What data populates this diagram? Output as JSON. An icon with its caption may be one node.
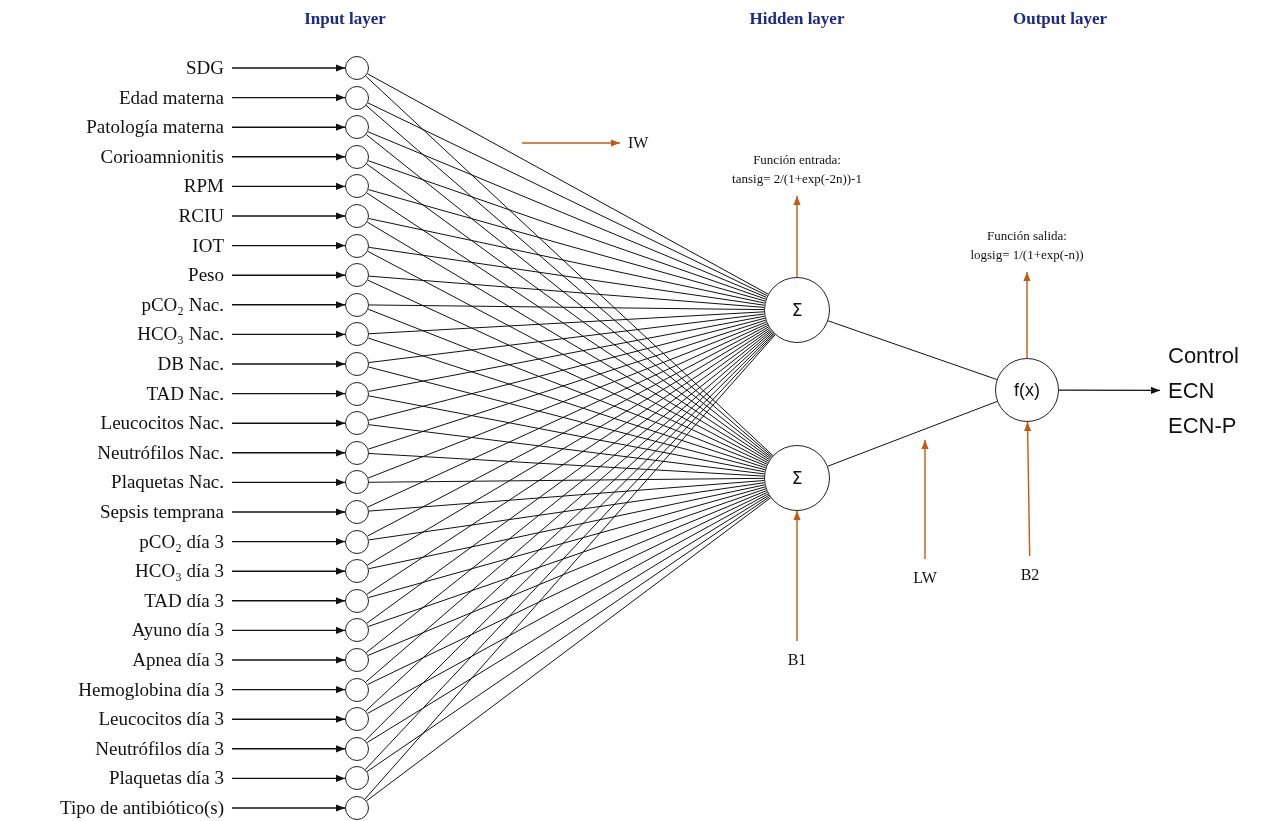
{
  "diagram": {
    "nodes": [
      {
        "text": [
          "SDG"
        ]
      },
      {
        "text": [
          "Edad materna"
        ]
      },
      {
        "text": [
          "Patología materna"
        ]
      },
      {
        "text": [
          "Corioamnionitis"
        ]
      },
      {
        "text": [
          "RPM"
        ]
      },
      {
        "text": [
          "RCIU"
        ]
      },
      {
        "text": [
          "IOT"
        ]
      },
      {
        "text": [
          "Peso"
        ]
      },
      {
        "text": [
          "pCO₂ Nac."
        ]
      },
      {
        "text": [
          "HCO₃ Nac."
        ]
      },
      {
        "text": [
          "DB  Nac."
        ]
      },
      {
        "text": [
          "TAD Nac."
        ]
      },
      {
        "text": [
          "Leucocitos Nac."
        ]
      },
      {
        "text": [
          "Neutrófilos Nac."
        ]
      },
      {
        "text": [
          "Plaquetas Nac."
        ]
      },
      {
        "text": [
          "Sepsis temprana"
        ]
      },
      {
        "text": [
          "pCO₂ día 3"
        ]
      },
      {
        "text": [
          "HCO₃ día 3"
        ]
      },
      {
        "text": [
          "TAD día 3"
        ]
      },
      {
        "text": [
          "Ayuno día 3"
        ]
      },
      {
        "text": [
          "Apnea día 3"
        ]
      },
      {
        "text": [
          "Hemoglobina día 3"
        ]
      },
      {
        "text": [
          "Leucocitos día 3"
        ]
      },
      {
        "text": [
          "Neutrófilos día 3"
        ]
      },
      {
        "text": [
          "Plaquetas día 3"
        ]
      },
      {
        "text": [
          "Tipo de antibiótico(s)"
        ]
      },
      {
        "text": [],
        "shape": "circle"
      },
      {
        "text": [],
        "shape": "circle"
      },
      {
        "text": [],
        "shape": "circle"
      },
      {
        "text": [],
        "shape": "circle"
      },
      {
        "text": [],
        "shape": "circle"
      },
      {
        "text": [],
        "shape": "circle"
      },
      {
        "text": [],
        "shape": "circle"
      },
      {
        "text": [],
        "shape": "circle"
      },
      {
        "text": [],
        "shape": "circle"
      },
      {
        "text": [],
        "shape": "circle"
      },
      {
        "text": [],
        "shape": "circle"
      },
      {
        "text": [],
        "shape": "circle"
      },
      {
        "text": [],
        "shape": "circle"
      },
      {
        "text": [],
        "shape": "circle"
      },
      {
        "text": [],
        "shape": "circle"
      },
      {
        "text": [],
        "shape": "circle"
      },
      {
        "text": [],
        "shape": "circle"
      },
      {
        "text": [],
        "shape": "circle"
      },
      {
        "text": [],
        "shape": "circle"
      },
      {
        "text": [],
        "shape": "circle"
      },
      {
        "text": [],
        "shape": "circle"
      },
      {
        "text": [],
        "shape": "circle"
      },
      {
        "text": [],
        "shape": "circle"
      },
      {
        "text": [],
        "shape": "circle"
      },
      {
        "text": [],
        "shape": "circle"
      },
      {
        "text": [],
        "shape": "circle"
      },
      {
        "text": [
          "Σ"
        ]
      },
      {
        "text": [
          "Σ"
        ]
      },
      {
        "text": [
          "f(x)"
        ]
      },
      {
        "text": [
          "Control",
          "ECN",
          "ECN-P"
        ]
      },
      {
        "text": [
          "IW"
        ]
      },
      {
        "text": [
          "Función  entrada:",
          "tansig=  2/(1+exp(-2n))-1"
        ]
      },
      {
        "text": [
          "Función  salida:",
          "logsig=  1/(1+exp(-n))"
        ]
      },
      {
        "text": [
          "B1"
        ]
      },
      {
        "text": [
          "LW"
        ]
      },
      {
        "text": [
          "B2"
        ]
      }
    ],
    "edges": [
      {
        "from": 0,
        "to": 26,
        "arrow": "to"
      },
      {
        "from": 1,
        "to": 27,
        "arrow": "to"
      },
      {
        "from": 2,
        "to": 28,
        "arrow": "to"
      },
      {
        "from": 3,
        "to": 29,
        "arrow": "to"
      },
      {
        "from": 4,
        "to": 30,
        "arrow": "to"
      },
      {
        "from": 5,
        "to": 31,
        "arrow": "to"
      },
      {
        "from": 6,
        "to": 32,
        "arrow": "to"
      },
      {
        "from": 7,
        "to": 33,
        "arrow": "to"
      },
      {
        "from": 8,
        "to": 34,
        "arrow": "to"
      },
      {
        "from": 9,
        "to": 35,
        "arrow": "to"
      },
      {
        "from": 10,
        "to": 36,
        "arrow": "to"
      },
      {
        "from": 11,
        "to": 37,
        "arrow": "to"
      },
      {
        "from": 12,
        "to": 38,
        "arrow": "to"
      },
      {
        "from": 13,
        "to": 39,
        "arrow": "to"
      },
      {
        "from": 14,
        "to": 40,
        "arrow": "to"
      },
      {
        "from": 15,
        "to": 41,
        "arrow": "to"
      },
      {
        "from": 16,
        "to": 42,
        "arrow": "to"
      },
      {
        "from": 17,
        "to": 43,
        "arrow": "to"
      },
      {
        "from": 18,
        "to": 44,
        "arrow": "to"
      },
      {
        "from": 19,
        "to": 45,
        "arrow": "to"
      },
      {
        "from": 20,
        "to": 46,
        "arrow": "to"
      },
      {
        "from": 21,
        "to": 47,
        "arrow": "to"
      },
      {
        "from": 22,
        "to": 48,
        "arrow": "to"
      },
      {
        "from": 23,
        "to": 49,
        "arrow": "to"
      },
      {
        "from": 24,
        "to": 50,
        "arrow": "to"
      },
      {
        "from": 25,
        "to": 51,
        "arrow": "to"
      },
      {
        "from": 26,
        "to": 52,
        "arrow": "none"
      },
      {
        "from": 27,
        "to": 52,
        "arrow": "none"
      },
      {
        "from": 28,
        "to": 52,
        "arrow": "none"
      },
      {
        "from": 29,
        "to": 52,
        "arrow": "none"
      },
      {
        "from": 30,
        "to": 52,
        "arrow": "none"
      },
      {
        "from": 31,
        "to": 52,
        "arrow": "none"
      },
      {
        "from": 32,
        "to": 52,
        "arrow": "none"
      },
      {
        "from": 33,
        "to": 52,
        "arrow": "none"
      },
      {
        "from": 34,
        "to": 52,
        "arrow": "none"
      },
      {
        "from": 35,
        "to": 52,
        "arrow": "none"
      },
      {
        "from": 36,
        "to": 52,
        "arrow": "none"
      },
      {
        "from": 37,
        "to": 52,
        "arrow": "none"
      },
      {
        "from": 38,
        "to": 52,
        "arrow": "none"
      },
      {
        "from": 39,
        "to": 52,
        "arrow": "none"
      },
      {
        "from": 40,
        "to": 52,
        "arrow": "none"
      },
      {
        "from": 41,
        "to": 52,
        "arrow": "none"
      },
      {
        "from": 42,
        "to": 52,
        "arrow": "none"
      },
      {
        "from": 43,
        "to": 52,
        "arrow": "none"
      },
      {
        "from": 44,
        "to": 52,
        "arrow": "none"
      },
      {
        "from": 45,
        "to": 52,
        "arrow": "none"
      },
      {
        "from": 46,
        "to": 52,
        "arrow": "none"
      },
      {
        "from": 47,
        "to": 52,
        "arrow": "none"
      },
      {
        "from": 48,
        "to": 52,
        "arrow": "none"
      },
      {
        "from": 49,
        "to": 52,
        "arrow": "none"
      },
      {
        "from": 50,
        "to": 52,
        "arrow": "none"
      },
      {
        "from": 51,
        "to": 52,
        "arrow": "none"
      },
      {
        "from": 26,
        "to": 53,
        "arrow": "none"
      },
      {
        "from": 27,
        "to": 53,
        "arrow": "none"
      },
      {
        "from": 28,
        "to": 53,
        "arrow": "none"
      },
      {
        "from": 29,
        "to": 53,
        "arrow": "none"
      },
      {
        "from": 30,
        "to": 53,
        "arrow": "none"
      },
      {
        "from": 31,
        "to": 53,
        "arrow": "none"
      },
      {
        "from": 32,
        "to": 53,
        "arrow": "none"
      },
      {
        "from": 33,
        "to": 53,
        "arrow": "none"
      },
      {
        "from": 34,
        "to": 53,
        "arrow": "none"
      },
      {
        "from": 35,
        "to": 53,
        "arrow": "none"
      },
      {
        "from": 36,
        "to": 53,
        "arrow": "none"
      },
      {
        "from": 37,
        "to": 53,
        "arrow": "none"
      },
      {
        "from": 38,
        "to": 53,
        "arrow": "none"
      },
      {
        "from": 39,
        "to": 53,
        "arrow": "none"
      },
      {
        "from": 40,
        "to": 53,
        "arrow": "none"
      },
      {
        "from": 41,
        "to": 53,
        "arrow": "none"
      },
      {
        "from": 42,
        "to": 53,
        "arrow": "none"
      },
      {
        "from": 43,
        "to": 53,
        "arrow": "none"
      },
      {
        "from": 44,
        "to": 53,
        "arrow": "none"
      },
      {
        "from": 45,
        "to": 53,
        "arrow": "none"
      },
      {
        "from": 46,
        "to": 53,
        "arrow": "none"
      },
      {
        "from": 47,
        "to": 53,
        "arrow": "none"
      },
      {
        "from": 48,
        "to": 53,
        "arrow": "none"
      },
      {
        "from": 49,
        "to": 53,
        "arrow": "none"
      },
      {
        "from": 50,
        "to": 53,
        "arrow": "none"
      },
      {
        "from": 51,
        "to": 53,
        "arrow": "none"
      },
      {
        "from": 52,
        "to": 54,
        "arrow": "none"
      },
      {
        "from": 53,
        "to": 54,
        "arrow": "none"
      },
      {
        "from": 54,
        "to": 55,
        "arrow": "to"
      },
      {
        "from": null,
        "to": 56,
        "arrow": "to",
        "color": "#c55a11"
      },
      {
        "from": 52,
        "to": 57,
        "arrow": "to",
        "color": "#c55a11"
      },
      {
        "from": 54,
        "to": 58,
        "arrow": "to",
        "color": "#c55a11"
      },
      {
        "from": 59,
        "to": 53,
        "arrow": "to",
        "color": "#c55a11"
      },
      {
        "from": 60,
        "to": null,
        "arrow": "to",
        "color": "#c55a11"
      },
      {
        "from": 61,
        "to": 54,
        "arrow": "to",
        "color": "#c55a11"
      }
    ],
    "labels": [
      "Input layer",
      "Hidden layer",
      "Output layer"
    ]
  }
}
